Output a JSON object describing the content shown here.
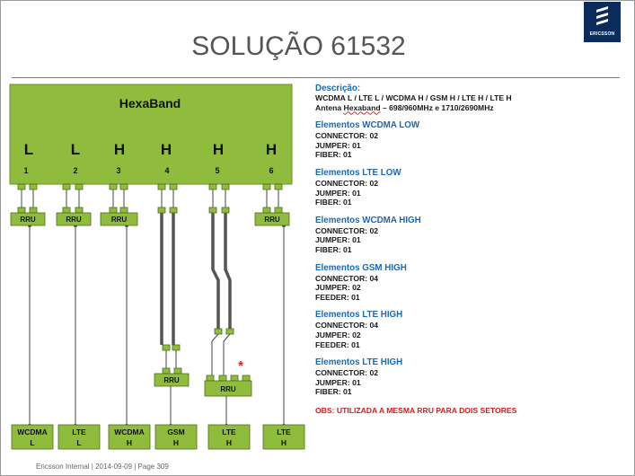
{
  "title": "SOLUÇÃO 61532",
  "brand": {
    "name": "ERICSSON",
    "color": "#0a2b5c",
    "icon": "ericsson-logo-icon"
  },
  "antenna": {
    "name": "HexaBand",
    "color": "#8fbc3c",
    "ports": [
      {
        "band": "L",
        "number": "1"
      },
      {
        "band": "L",
        "number": "2"
      },
      {
        "band": "H",
        "number": "3"
      },
      {
        "band": "H",
        "number": "4"
      },
      {
        "band": "H",
        "number": "5"
      },
      {
        "band": "H",
        "number": "6"
      }
    ]
  },
  "rru_label": "RRU",
  "shared_marker": "*",
  "sectors": [
    {
      "line1": "WCDMA",
      "line2": "L"
    },
    {
      "line1": "LTE",
      "line2": "L"
    },
    {
      "line1": "WCDMA",
      "line2": "H"
    },
    {
      "line1": "GSM",
      "line2": "H"
    },
    {
      "line1": "LTE",
      "line2": "H"
    },
    {
      "line1": "LTE",
      "line2": "H"
    }
  ],
  "description": {
    "title": "Descrição:",
    "line1": "WCDMA L / LTE L / WCDMA H / GSM H / LTE H / LTE H",
    "line2_prefix": "Antena ",
    "line2_underlined": "Hexaband",
    "line2_suffix": " – 698/960MHz  e  1710/2690MHz"
  },
  "elements": [
    {
      "title": "Elementos WCDMA LOW",
      "lines": [
        "CONNECTOR: 02",
        "JUMPER: 01",
        "FIBER: 01"
      ]
    },
    {
      "title": "Elementos LTE LOW",
      "lines": [
        "CONNECTOR: 02",
        "JUMPER: 01",
        "FIBER: 01"
      ]
    },
    {
      "title": "Elementos WCDMA HIGH",
      "lines": [
        "CONNECTOR: 02",
        "JUMPER: 01",
        "FIBER: 01"
      ]
    },
    {
      "title": "Elementos GSM HIGH",
      "lines": [
        "CONNECTOR: 04",
        "JUMPER: 02",
        "FEEDER: 01"
      ]
    },
    {
      "title": "Elementos LTE HIGH",
      "lines": [
        "CONNECTOR: 04",
        "JUMPER: 02",
        "FEEDER: 01"
      ]
    },
    {
      "title": "Elementos LTE HIGH",
      "lines": [
        "CONNECTOR: 02",
        "JUMPER: 01",
        "FIBER: 01"
      ]
    }
  ],
  "obs": "OBS: UTILIZADA A MESMA RRU PARA DOIS SETORES",
  "footer": "Ericsson Internal  |  2014-09-09  |  Page 309"
}
